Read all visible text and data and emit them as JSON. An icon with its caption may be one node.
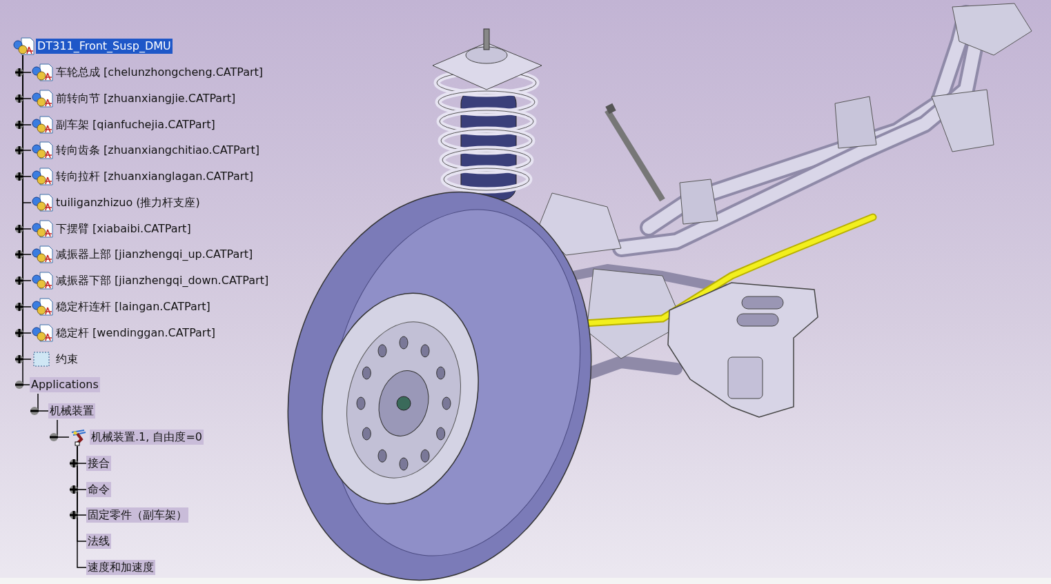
{
  "diagram": {
    "nodes": [
      {
        "text": [
          "DT311_Front_Susp_DMU"
        ]
      },
      {
        "text": [
          "车轮总成 [chelunzhongcheng.CATPart]"
        ]
      },
      {
        "text": [
          "前转向节 [zhuanxiangjie.CATPart]"
        ]
      },
      {
        "text": [
          "副车架 [qianfuchejia.CATPart]"
        ]
      },
      {
        "text": [
          "转向齿条 [zhuanxiangchitiao.CATPart]"
        ]
      },
      {
        "text": [
          "转向拉杆 [zhuanxianglagan.CATPart]"
        ]
      },
      {
        "text": [
          "tuiliganzhizuo (推力杆支座)"
        ]
      },
      {
        "text": [
          "下摆臂 [xiabaibi.CATPart]"
        ]
      },
      {
        "text": [
          "减振器上部 [jianzhengqi_up.CATPart]"
        ]
      },
      {
        "text": [
          "减振器下部 [jianzhengqi_down.CATPart]"
        ]
      },
      {
        "text": [
          "稳定杆连杆 [laingan.CATPart]"
        ]
      },
      {
        "text": [
          "稳定杆 [wendinggan.CATPart]"
        ]
      },
      {
        "text": [
          "约束"
        ]
      },
      {
        "text": [
          "Applications"
        ]
      },
      {
        "text": [
          "机械装置"
        ]
      },
      {
        "text": [
          "机械装置.1, 自由度=0"
        ]
      },
      {
        "text": [
          "接合"
        ]
      },
      {
        "text": [
          "命令"
        ]
      },
      {
        "text": [
          "固定零件（副车架）"
        ]
      },
      {
        "text": [
          "法线"
        ]
      },
      {
        "text": [
          "速度和加速度"
        ]
      }
    ],
    "edges": [
      {
        "from": 0,
        "to": 1,
        "arrow": "none"
      },
      {
        "from": 0,
        "to": 2,
        "arrow": "none"
      },
      {
        "from": 0,
        "to": 3,
        "arrow": "none"
      },
      {
        "from": 0,
        "to": 4,
        "arrow": "none"
      },
      {
        "from": 0,
        "to": 5,
        "arrow": "none"
      },
      {
        "from": 0,
        "to": 6,
        "arrow": "none"
      },
      {
        "from": 0,
        "to": 7,
        "arrow": "none"
      },
      {
        "from": 0,
        "to": 8,
        "arrow": "none"
      },
      {
        "from": 0,
        "to": 9,
        "arrow": "none"
      },
      {
        "from": 0,
        "to": 10,
        "arrow": "none"
      },
      {
        "from": 0,
        "to": 11,
        "arrow": "none"
      },
      {
        "from": 0,
        "to": 12,
        "arrow": "none"
      },
      {
        "from": 0,
        "to": 13,
        "arrow": "none"
      },
      {
        "from": 13,
        "to": 14,
        "arrow": "none"
      },
      {
        "from": 14,
        "to": 15,
        "arrow": "none"
      },
      {
        "from": 15,
        "to": 16,
        "arrow": "none"
      },
      {
        "from": 15,
        "to": 17,
        "arrow": "none"
      },
      {
        "from": 15,
        "to": 18,
        "arrow": "none"
      },
      {
        "from": 15,
        "to": 19,
        "arrow": "none"
      },
      {
        "from": 15,
        "to": 20,
        "arrow": "none"
      }
    ]
  }
}
